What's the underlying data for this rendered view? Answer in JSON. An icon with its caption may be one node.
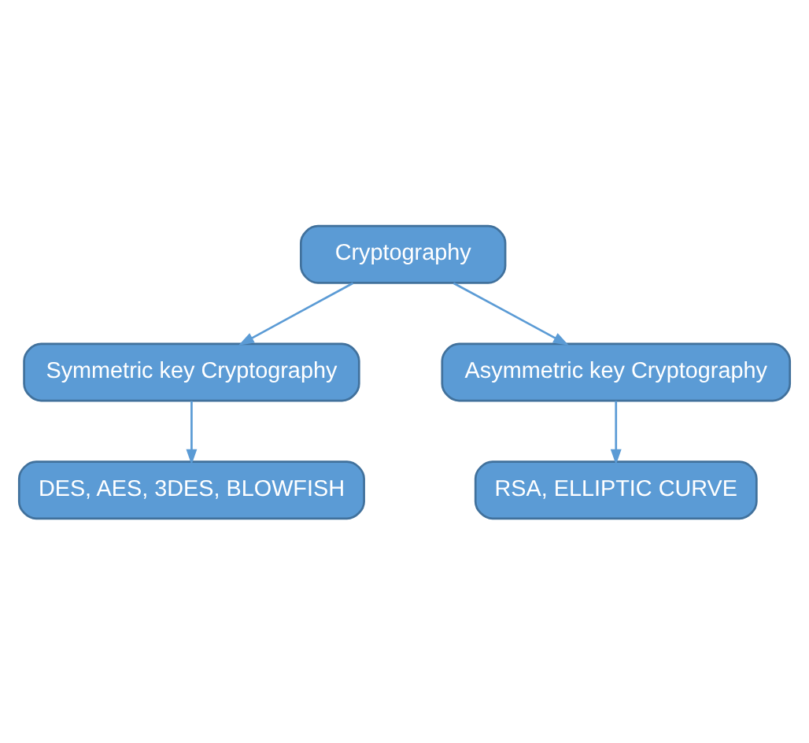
{
  "diagram": {
    "nodes": [
      {
        "text": [
          "Cryptography"
        ]
      },
      {
        "text": [
          "Symmetric key Cryptography"
        ]
      },
      {
        "text": [
          "Asymmetric key Cryptography"
        ]
      },
      {
        "text": [
          "DES, AES, 3DES, BLOWFISH"
        ]
      },
      {
        "text": [
          "RSA, ELLIPTIC CURVE"
        ]
      }
    ],
    "edges": [
      {
        "from": 0,
        "to": 1,
        "arrow": "to"
      },
      {
        "from": 0,
        "to": 2,
        "arrow": "to"
      },
      {
        "from": 1,
        "to": 3,
        "arrow": "to"
      },
      {
        "from": 2,
        "to": 4,
        "arrow": "to"
      }
    ]
  }
}
